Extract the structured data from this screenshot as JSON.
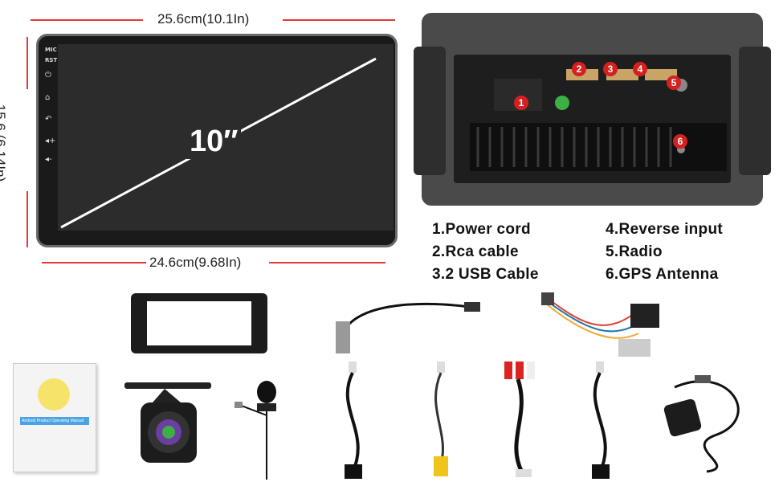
{
  "dimensions": {
    "top_width": "25.6cm(10.1In)",
    "bottom_width": "24.6cm(9.68In)",
    "height": "15.6 (6.14In)"
  },
  "screen": {
    "size_label": "10″",
    "side_buttons": [
      "MIC",
      "RST"
    ],
    "side_icons": [
      "power-icon",
      "home-icon",
      "back-icon",
      "volume-up-icon",
      "volume-down-icon"
    ]
  },
  "connectors": {
    "badges": [
      "1",
      "2",
      "3",
      "4",
      "5",
      "6"
    ]
  },
  "legend": {
    "left": [
      "1.Power cord",
      "2.Rca cable",
      "3.2 USB Cable"
    ],
    "right": [
      "4.Reverse input",
      "5.Radio",
      "6.GPS Antenna"
    ]
  },
  "accessories": {
    "manual_title": "Android Product Operating Manual"
  },
  "colors": {
    "dimension_line": "#e23a3a",
    "badge": "#d62020",
    "frame": "#3a3a3a"
  }
}
